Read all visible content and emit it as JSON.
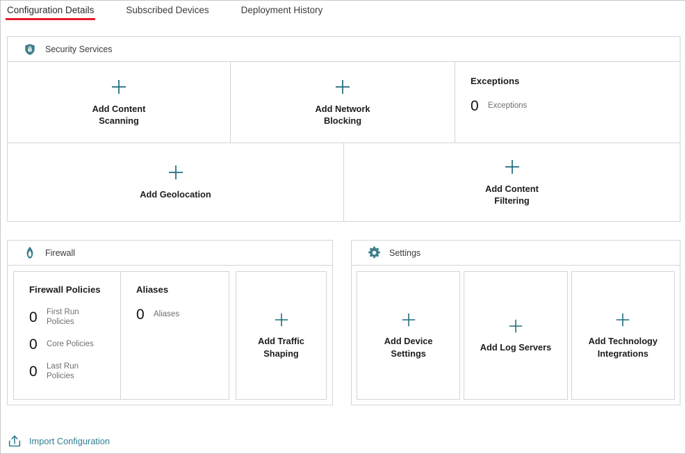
{
  "tabs": [
    {
      "label": "Configuration Details",
      "active": true
    },
    {
      "label": "Subscribed Devices",
      "active": false
    },
    {
      "label": "Deployment History",
      "active": false
    }
  ],
  "colors": {
    "accent_teal": "#1b6b7f",
    "icon_teal": "#3d7f8c",
    "link_teal": "#2f7f92",
    "active_tab_underline": "#e8192c",
    "border": "#d2d4d6",
    "muted_text": "#6b6f74"
  },
  "security_services": {
    "title": "Security Services",
    "icon": "shield-lock-icon",
    "row1": {
      "add_content_scanning": {
        "label": "Add Content Scanning",
        "icon": "plus-icon"
      },
      "add_network_blocking": {
        "label": "Add Network Blocking",
        "icon": "plus-icon"
      },
      "exceptions": {
        "title": "Exceptions",
        "count": "0",
        "count_label": "Exceptions"
      }
    },
    "row2": {
      "add_geolocation": {
        "label": "Add Geolocation",
        "icon": "plus-icon"
      },
      "add_content_filtering": {
        "label": "Add Content Filtering",
        "icon": "plus-icon"
      }
    }
  },
  "firewall": {
    "title": "Firewall",
    "icon": "flame-icon",
    "policies": {
      "title": "Firewall Policies",
      "stats": [
        {
          "count": "0",
          "label": "First Run Policies"
        },
        {
          "count": "0",
          "label": "Core Policies"
        },
        {
          "count": "0",
          "label": "Last Run Policies"
        }
      ]
    },
    "aliases": {
      "title": "Aliases",
      "count": "0",
      "count_label": "Aliases"
    },
    "add_traffic_shaping": {
      "label": "Add Traffic Shaping",
      "icon": "plus-icon"
    }
  },
  "settings": {
    "title": "Settings",
    "icon": "gear-icon",
    "cards": [
      {
        "label": "Add Device Settings",
        "icon": "plus-icon"
      },
      {
        "label": "Add Log Servers",
        "icon": "plus-icon"
      },
      {
        "label": "Add Technology Integrations",
        "icon": "plus-icon"
      }
    ]
  },
  "footer": {
    "import": {
      "label": "Import Configuration",
      "icon": "upload-icon"
    }
  }
}
